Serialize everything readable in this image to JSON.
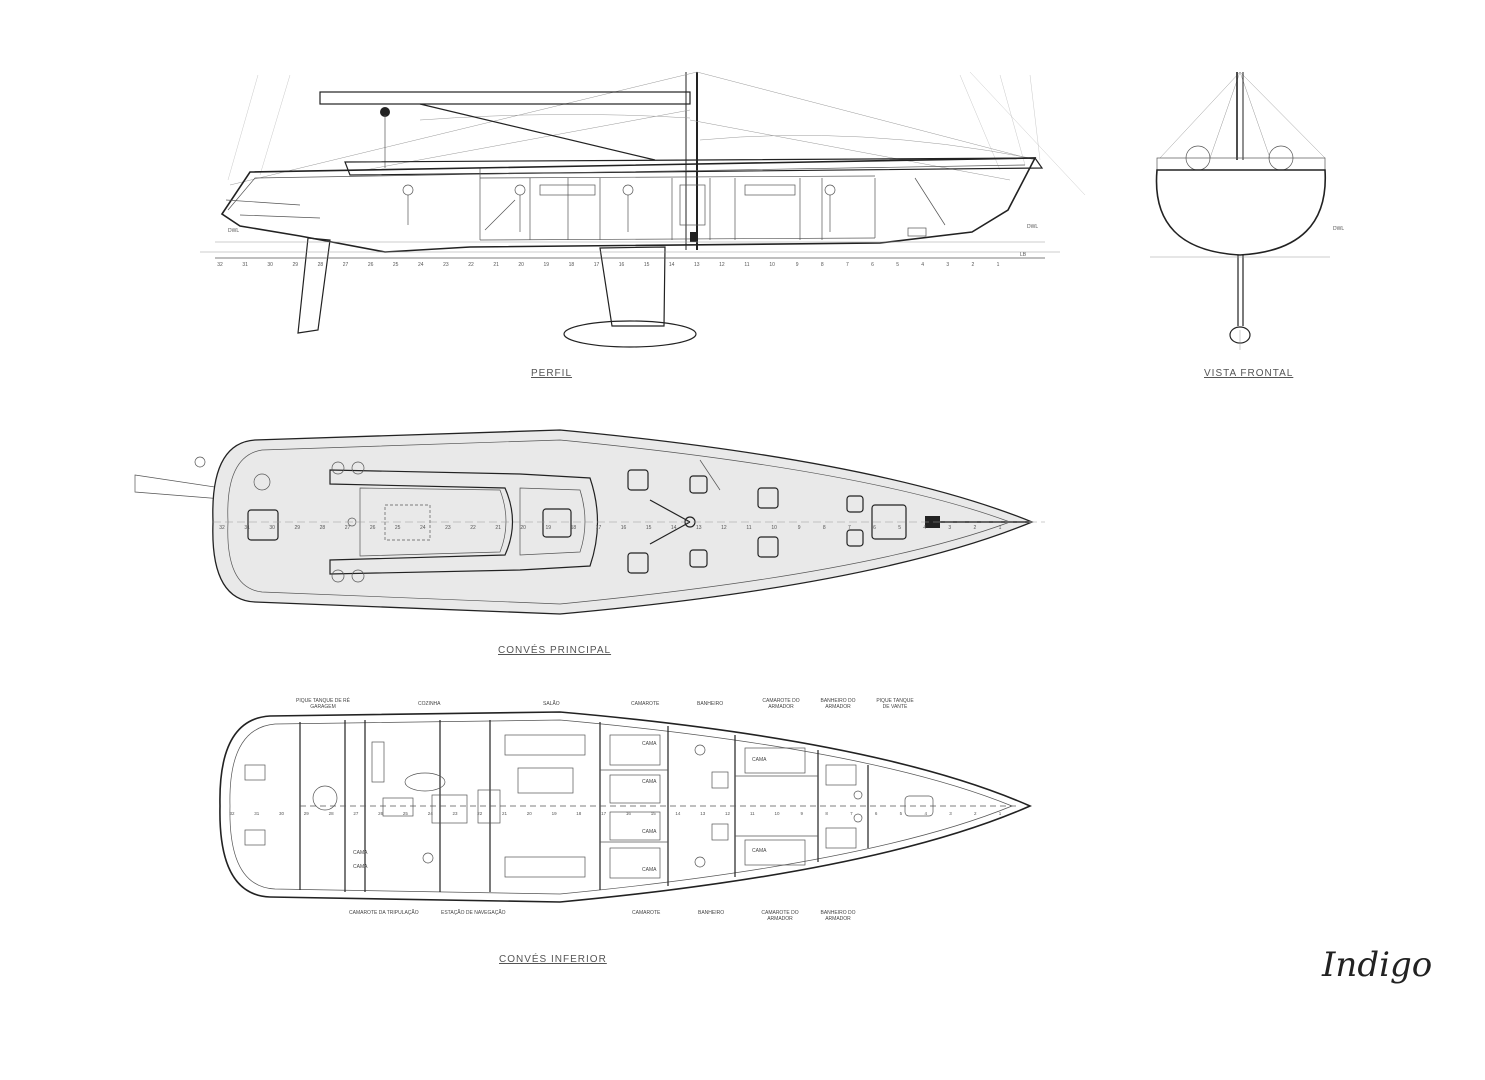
{
  "views": {
    "profile": {
      "title": "PERFIL",
      "marks": {
        "dwl_left": "DWL",
        "dwl_right": "DWL",
        "lb": "LB"
      }
    },
    "front": {
      "title": "VISTA FRONTAL",
      "marks": {
        "dwl": "DWL"
      }
    },
    "main_deck": {
      "title": "CONVÉS PRINCIPAL"
    },
    "lower_deck": {
      "title": "CONVÉS INFERIOR",
      "labels_top": [
        "PIQUE TANQUE DE RÉ GARAGEM",
        "COZINHA",
        "SALÃO",
        "CAMAROTE",
        "BANHEIRO",
        "CAMAROTE DO ARMADOR",
        "BANHEIRO DO ARMADOR",
        "PIQUE TANQUE DE VANTE"
      ],
      "labels_bottom": [
        "CAMAROTE DA TRIPULAÇÃO",
        "ESTAÇÃO DE NAVEGAÇÃO",
        "CAMAROTE",
        "BANHEIRO",
        "CAMAROTE DO ARMADOR",
        "BANHEIRO DO ARMADOR"
      ],
      "berth_label": "CAMA"
    }
  },
  "stations": [
    "32",
    "31",
    "30",
    "29",
    "28",
    "27",
    "26",
    "25",
    "24",
    "23",
    "22",
    "21",
    "20",
    "19",
    "18",
    "17",
    "16",
    "15",
    "14",
    "13",
    "12",
    "11",
    "10",
    "9",
    "8",
    "7",
    "6",
    "5",
    "4",
    "3",
    "2",
    "1"
  ],
  "signature": "Indigo"
}
